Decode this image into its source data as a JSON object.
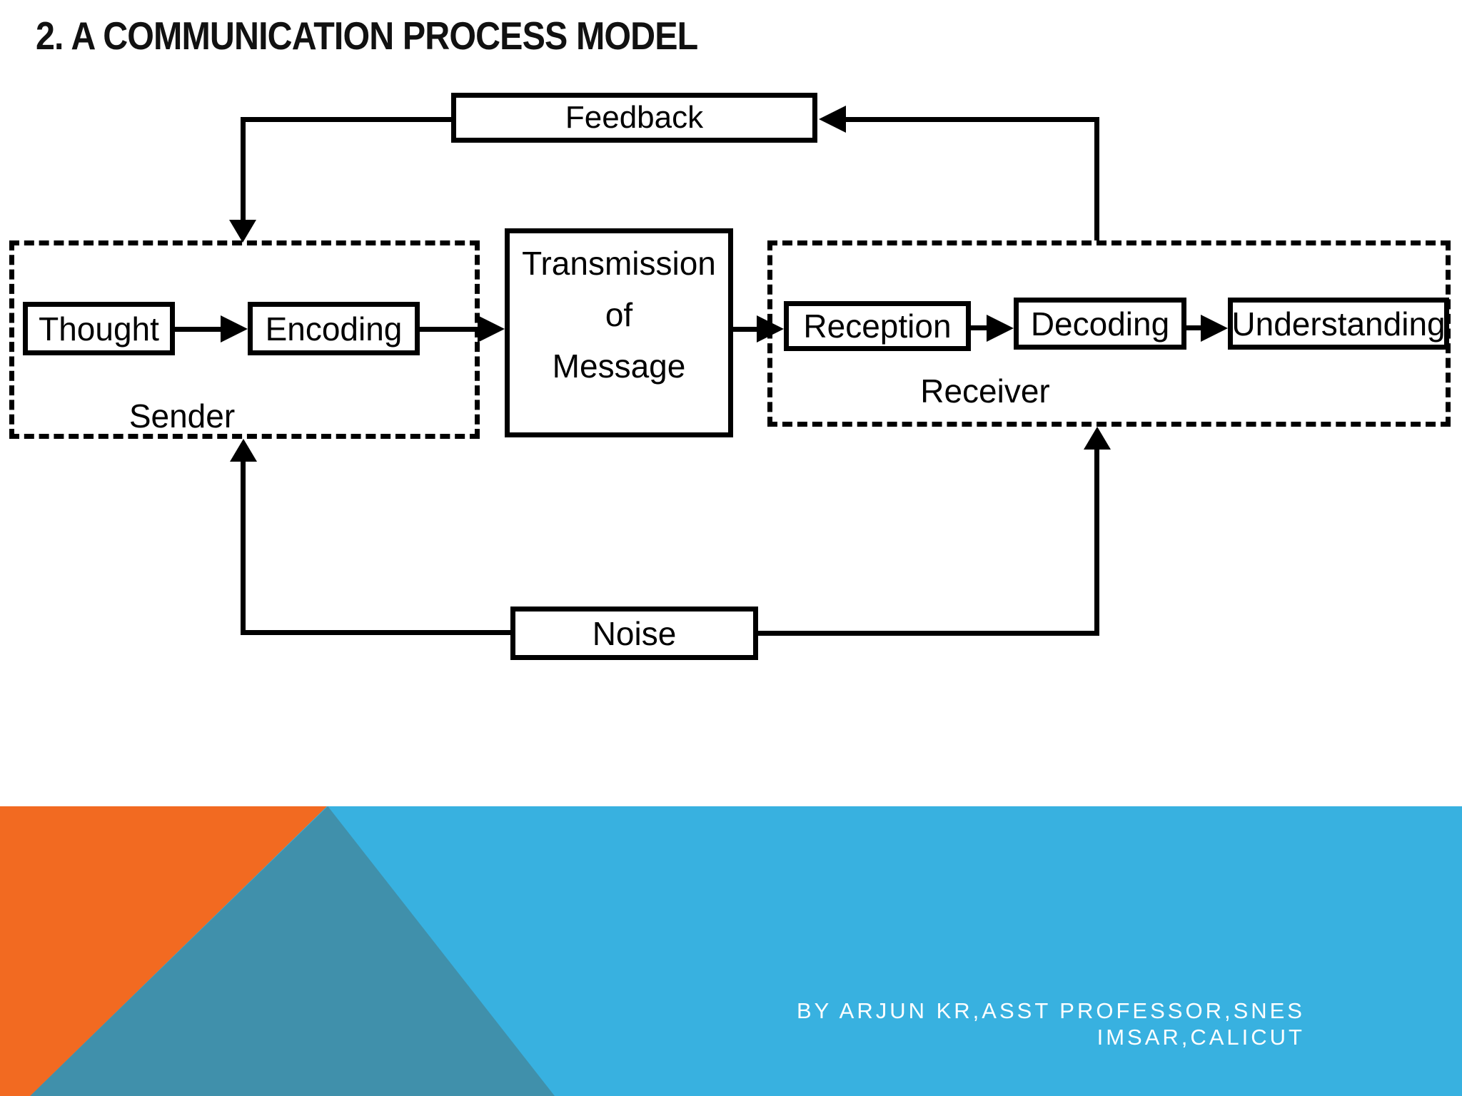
{
  "title": "2. A COMMUNICATION PROCESS MODEL",
  "diagram": {
    "feedback_label": "Feedback",
    "noise_label": "Noise",
    "sender": {
      "label": "Sender",
      "boxes": [
        "Thought",
        "Encoding"
      ]
    },
    "transmission": {
      "lines": [
        "Transmission",
        "of",
        "Message"
      ]
    },
    "receiver": {
      "label": "Receiver",
      "boxes": [
        "Reception",
        "Decoding",
        "Understanding"
      ]
    }
  },
  "footer": {
    "credit_line1": "BY ARJUN KR,ASST PROFESSOR,SNES",
    "credit_line2": "IMSAR,CALICUT",
    "colors": {
      "band_blue": "#38B1E0",
      "triangle_orange": "#F26A21",
      "triangle_teal": "#4090AB",
      "credit_text": "#FFFFFF",
      "diagram_ink": "#000000"
    }
  }
}
